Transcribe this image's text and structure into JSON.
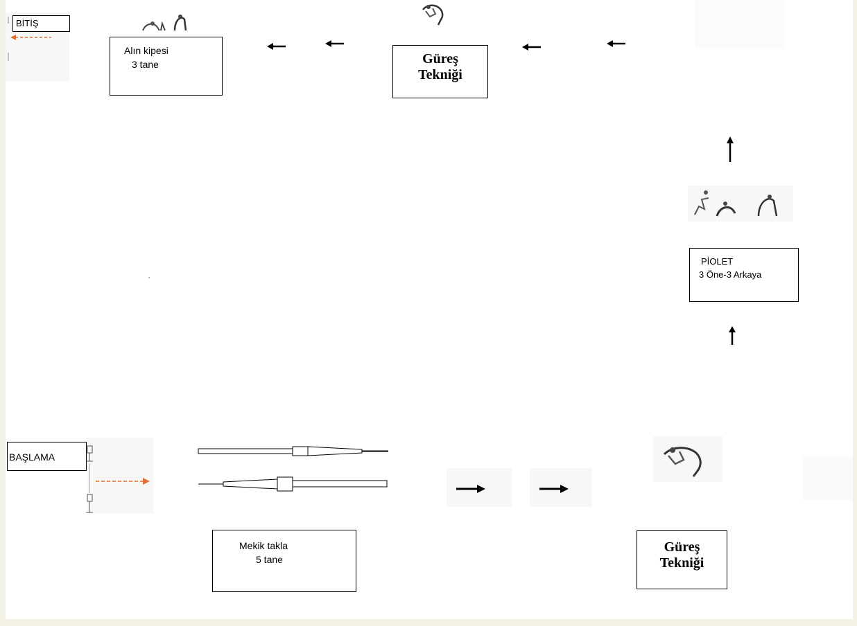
{
  "start": {
    "label": "BAŞLAMA"
  },
  "finish": {
    "label": "BİTİŞ"
  },
  "stations": {
    "mekik": {
      "line1": "Mekik takla",
      "line2": "5 tane"
    },
    "alin": {
      "line1": "Alın kipesi",
      "line2": "3 tane"
    },
    "piolet": {
      "line1": "PİOLET",
      "line2": "3 Öne-3 Arkaya"
    },
    "gures_bottom": {
      "line1": "Güreş",
      "line2": "Tekniği"
    },
    "gures_top": {
      "line1": "Güreş",
      "line2": "Tekniği"
    }
  },
  "colors": {
    "background": "#f3f0e6",
    "canvas": "#ffffff",
    "dashed_arrow": "#e0703a",
    "line": "#000000"
  },
  "icons": [
    "start-pole-icon",
    "dashed-start-arrow-icon",
    "bench-top-icon",
    "bench-bottom-icon",
    "right-arrow-icon",
    "up-arrow-icon",
    "left-arrow-icon",
    "gymnast-figures-icon",
    "wrestler-figure-icon",
    "finish-dashed-arrow-icon"
  ]
}
